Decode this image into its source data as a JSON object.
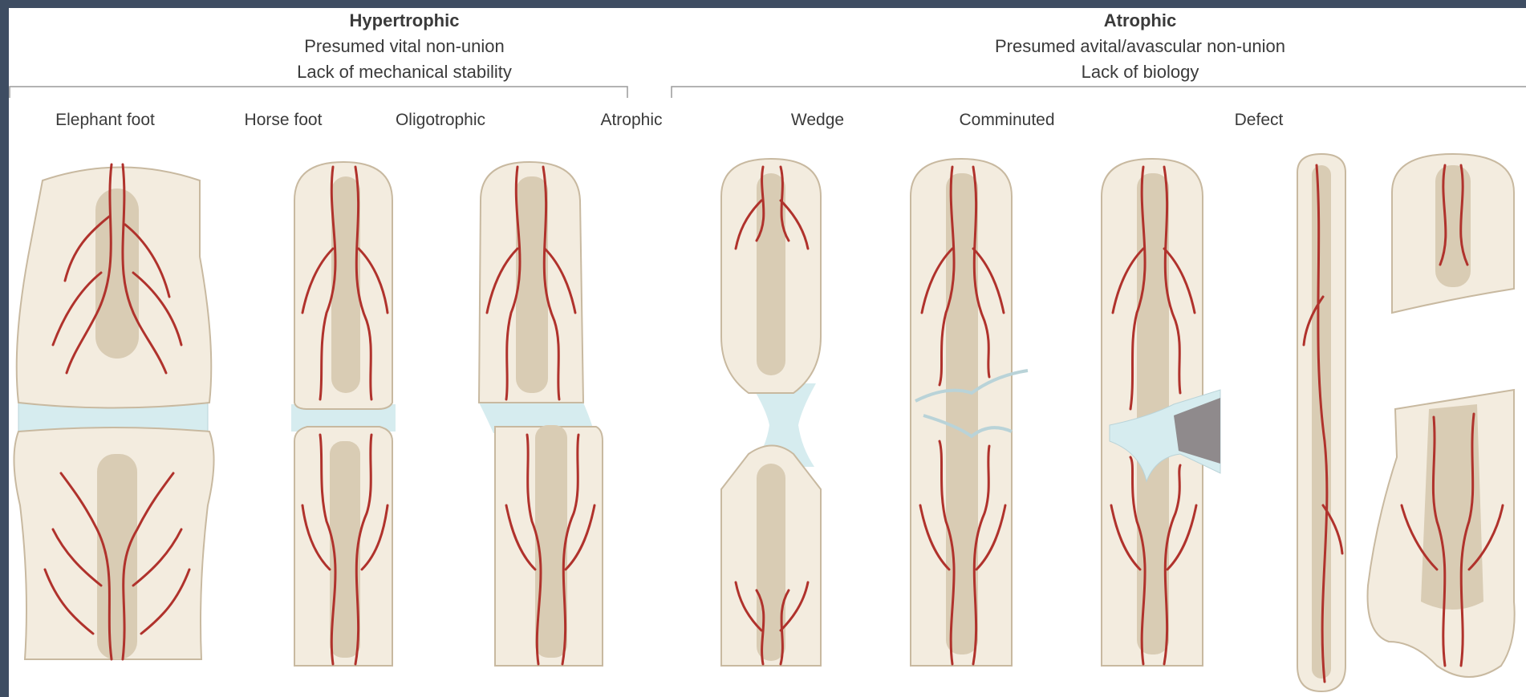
{
  "groups": {
    "hypertrophic": {
      "title": "Hypertrophic",
      "line1": "Presumed vital non-union",
      "line2": "Lack of mechanical stability"
    },
    "atrophic": {
      "title": "Atrophic",
      "line1": "Presumed avital/avascular non-union",
      "line2": "Lack of biology"
    }
  },
  "types": {
    "elephant_foot": "Elephant foot",
    "horse_foot": "Horse foot",
    "oligotrophic": "Oligotrophic",
    "atrophic": "Atrophic",
    "wedge": "Wedge",
    "comminuted": "Comminuted",
    "defect": "Defect"
  },
  "colors": {
    "bone": "#f3ecdf",
    "bone_outline": "#c8b9a0",
    "marrow": "#d9ccb4",
    "vessel": "#b0322c",
    "gap_tissue": "#d6ecef",
    "fragment": "#8f8a8c"
  }
}
